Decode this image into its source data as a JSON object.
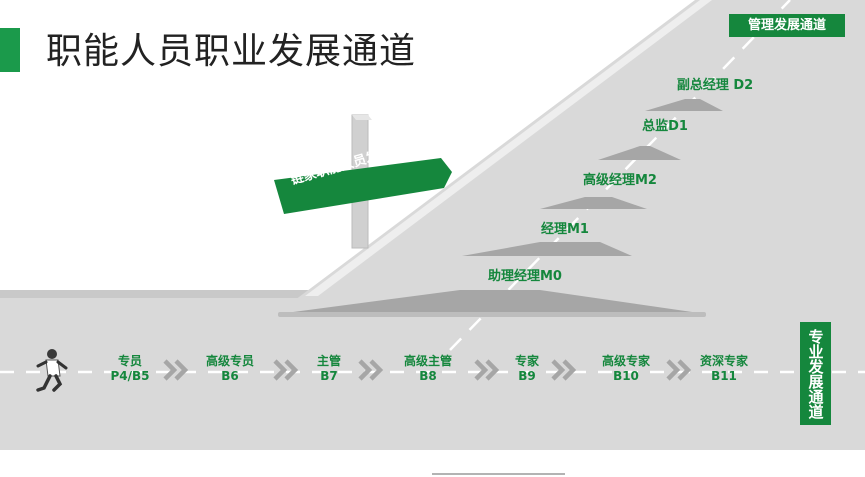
{
  "title": "职能人员职业发展通道",
  "management_track_label": "管理发展通道",
  "professional_track_label": "专业发展通道",
  "signpost_label": "链家职能人员发展通道",
  "management_steps": [
    {
      "label": "助理经理M0"
    },
    {
      "label": "经理M1"
    },
    {
      "label": "高级经理M2"
    },
    {
      "label": "总监D1"
    },
    {
      "label": "副总经理 D2"
    }
  ],
  "professional_levels": [
    {
      "title": "专员",
      "code": "P4/B5"
    },
    {
      "title": "高级专员",
      "code": "B6"
    },
    {
      "title": "主管",
      "code": "B7"
    },
    {
      "title": "高级主管",
      "code": "B8"
    },
    {
      "title": "专家",
      "code": "B9"
    },
    {
      "title": "高级专家",
      "code": "B10"
    },
    {
      "title": "资深专家",
      "code": "B11"
    }
  ],
  "colors": {
    "brand_green": "#15873d",
    "road_gray": "#d9d9d9",
    "step_gray": "#a6a6a6",
    "arrow_gray": "#a6a6a6"
  },
  "icons": {
    "runner": "running-man-icon",
    "chevron": "double-chevron-right-icon"
  }
}
